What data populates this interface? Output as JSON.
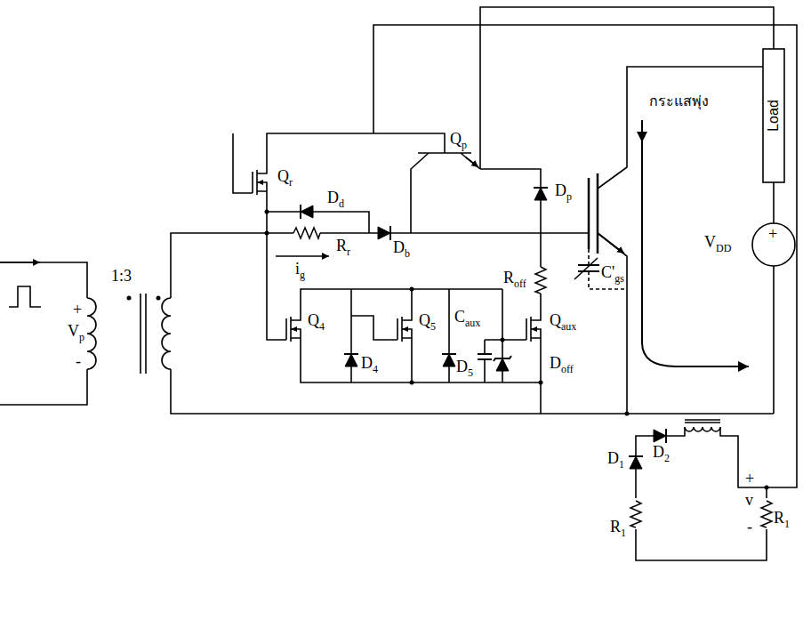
{
  "diagram": {
    "labels": [
      "1:3",
      "+",
      "Vp",
      "-",
      "Qp",
      "Qr",
      "Dd",
      "Rr",
      "Db",
      "Dp",
      "ig",
      "Roff",
      "Q4",
      "Q5",
      "Caux",
      "Qaux",
      "Doff",
      "D4",
      "D5",
      "C'gs",
      "กระแสพุ่ง",
      "Load",
      "VDD",
      "+",
      "D1",
      "D2",
      "R1",
      "R1",
      "+",
      "v",
      "-"
    ]
  }
}
